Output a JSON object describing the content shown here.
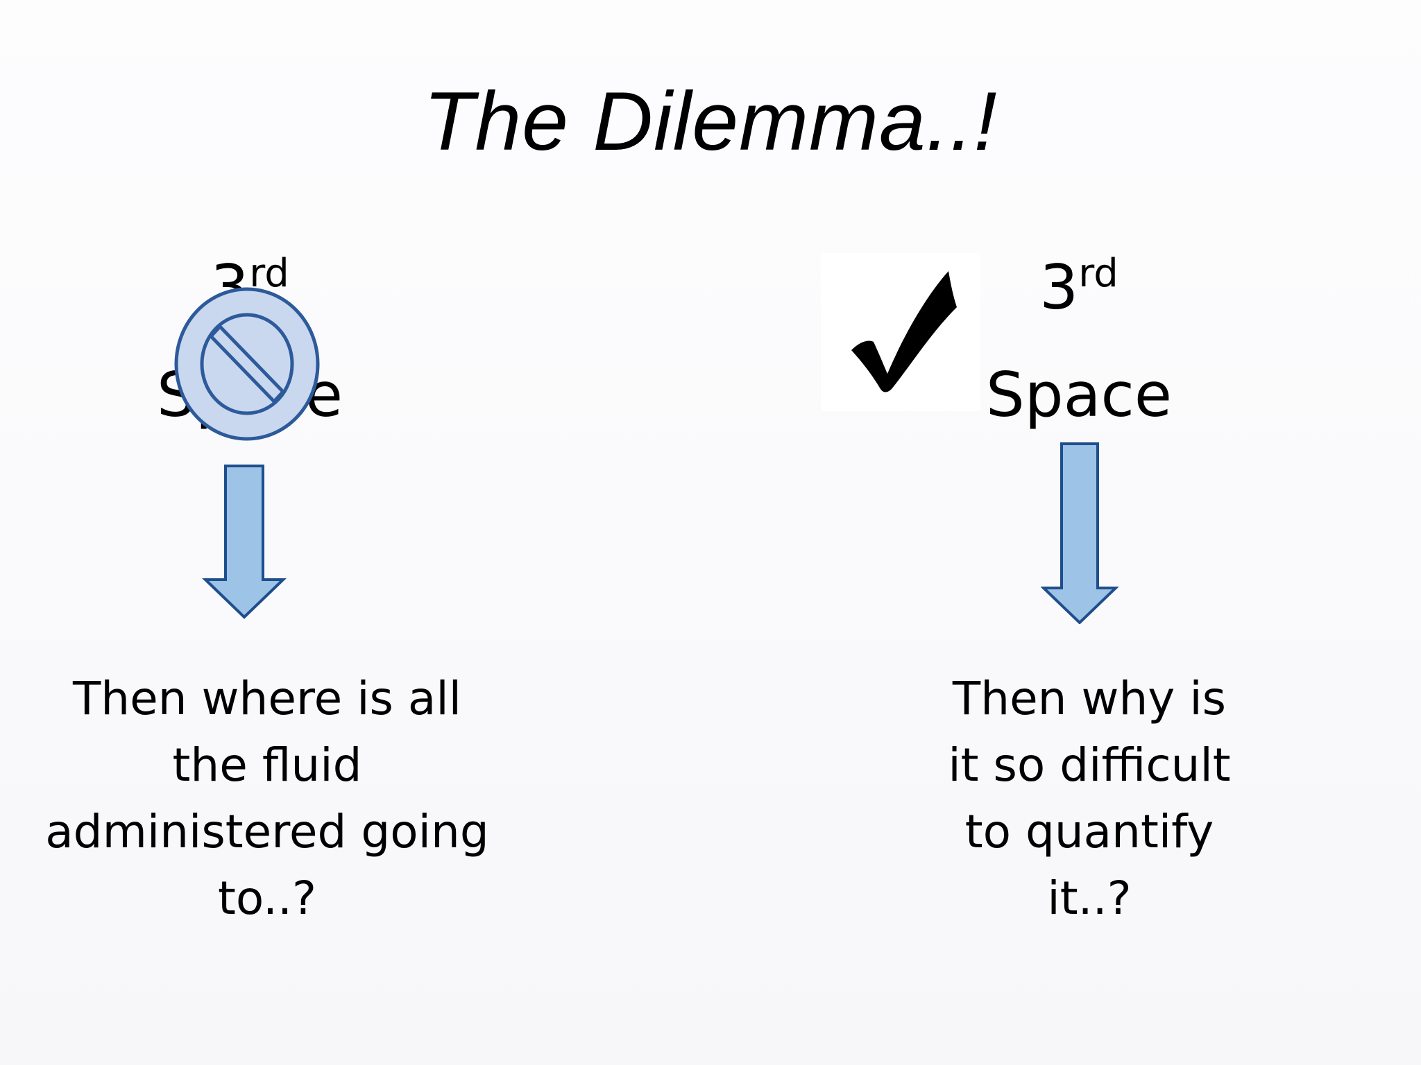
{
  "slide": {
    "title": "The Dilemma..!",
    "left": {
      "heading_number": "3",
      "heading_suffix": "rd",
      "heading_word": "Space",
      "symbol_icon": "prohibited-icon",
      "question_lines": [
        "Then where is all",
        "the fluid",
        "administered going",
        "to..?"
      ]
    },
    "right": {
      "heading_number": "3",
      "heading_suffix": "rd",
      "heading_word": "Space",
      "symbol_icon": "checkmark-icon",
      "question_lines": [
        "Then why is",
        "it so difficult",
        "to quantify",
        "it..?"
      ]
    }
  },
  "colors": {
    "arrow_fill": "#9dc3e6",
    "arrow_stroke": "#1f4e8c",
    "prohibit_fill": "#c9d8ef",
    "prohibit_stroke": "#2d5a9a"
  }
}
